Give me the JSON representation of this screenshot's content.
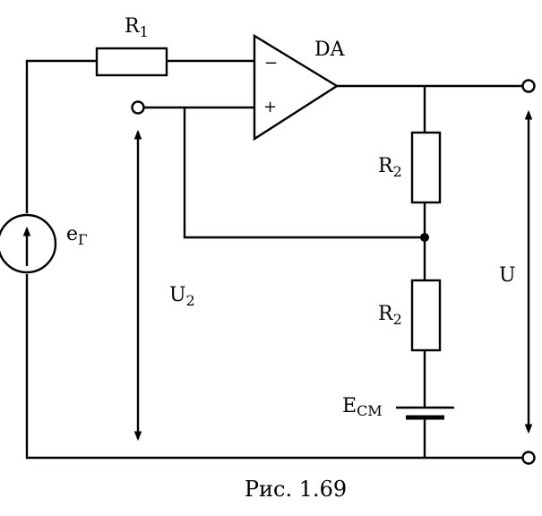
{
  "components": {
    "r1": {
      "main": "R",
      "sub": "1"
    },
    "r2_top": {
      "main": "R",
      "sub": "2"
    },
    "r2_bottom": {
      "main": "R",
      "sub": "2"
    },
    "opamp": {
      "name": "DA",
      "minus": "−",
      "plus": "+"
    },
    "source": {
      "main": "e",
      "sub": "Г"
    },
    "battery": {
      "main": "E",
      "sub": "СМ"
    }
  },
  "voltages": {
    "u2": {
      "main": "U",
      "sub": "2"
    },
    "u": {
      "main": "U"
    }
  },
  "caption": "Рис. 1.69"
}
